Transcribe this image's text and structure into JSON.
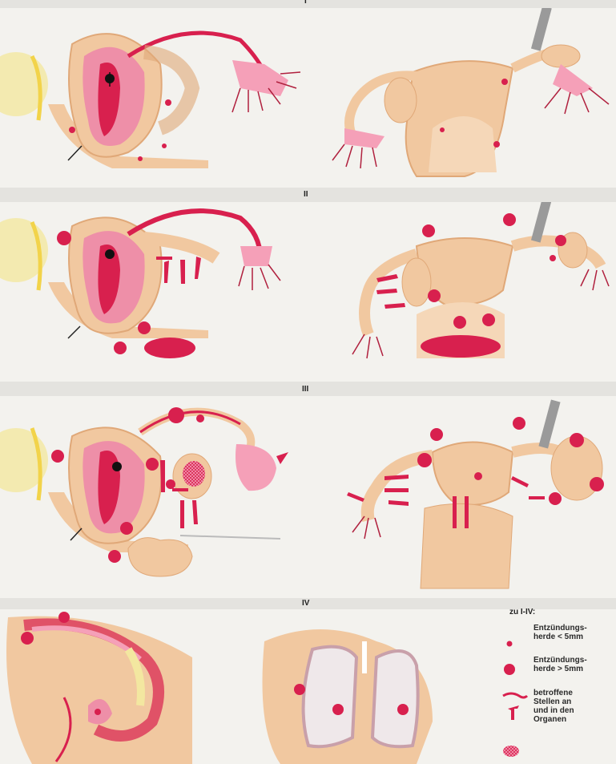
{
  "stages": {
    "s1": {
      "label": "I"
    },
    "s2": {
      "label": "II"
    },
    "s3": {
      "label": "III"
    },
    "s4": {
      "label": "IV"
    }
  },
  "legend": {
    "title": "zu I-IV:",
    "items": [
      {
        "key": "small",
        "text": "Entzündungs-\nherde < 5mm",
        "icon": "small-lesion-dot"
      },
      {
        "key": "large",
        "text": "Entzündungs-\nherde > 5mm",
        "icon": "large-lesion-dot"
      },
      {
        "key": "affected",
        "text": "betroffene\nStellen an\nund in den\nOrganen",
        "icon": "affected-site-line"
      },
      {
        "key": "cyst",
        "text": "",
        "icon": "cyst-hatched-oval"
      }
    ]
  },
  "colors": {
    "tissue": "#f1c8a0",
    "tissue_dark": "#e0a878",
    "lesion": "#d8204e",
    "lesion_light": "#f5a0b8",
    "uterus_pink": "#ee8fa8",
    "bone_yellow": "#f3e7a0",
    "lung_outline": "#c9a0aa",
    "instrument_gray": "#9a9a9a",
    "background": "#f3f2ee"
  }
}
